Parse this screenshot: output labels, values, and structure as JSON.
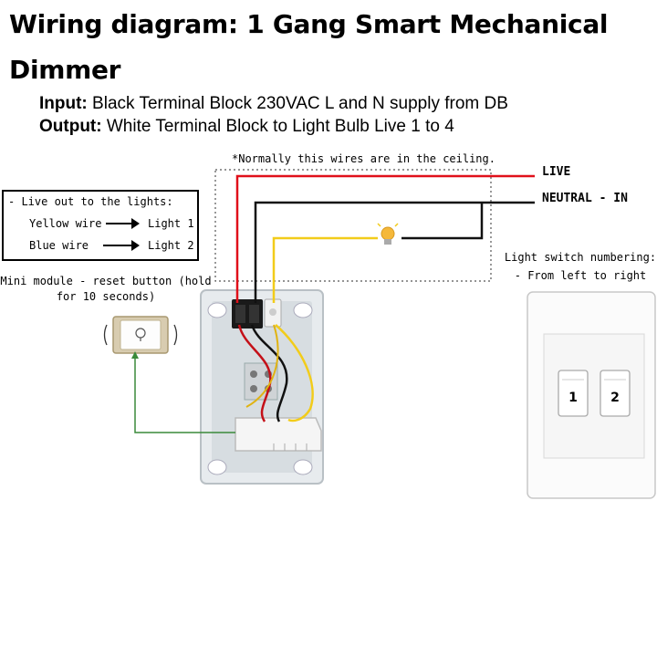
{
  "title": "Wiring diagram: 1 Gang Smart Mechanical Dimmer",
  "input": {
    "label": "Input:",
    "text": "Black Terminal Block 230VAC L and N supply from DB"
  },
  "output": {
    "label": "Output:",
    "text": "White Terminal Block to Light Bulb Live 1 to 4"
  },
  "ceiling_note": "*Normally this wires are in the ceiling.",
  "wires": {
    "live": "LIVE",
    "neutral": "NEUTRAL - IN"
  },
  "legend": {
    "heading": "- Live out to the lights:",
    "rows": [
      {
        "wire": "Yellow wire",
        "light": "Light 1"
      },
      {
        "wire": "Blue wire",
        "light": "Light 2"
      }
    ]
  },
  "mini_module": {
    "line1": "Mini module - reset button (hold",
    "line2": "for 10 seconds)"
  },
  "numbering": {
    "line1": "Light switch numbering:",
    "line2": "- From left to right"
  },
  "switches": [
    "1",
    "2"
  ],
  "colors": {
    "live": "#e0101a",
    "neutral": "#111111",
    "yellow": "#f2cc1a",
    "reset": "#3a8a3a"
  }
}
